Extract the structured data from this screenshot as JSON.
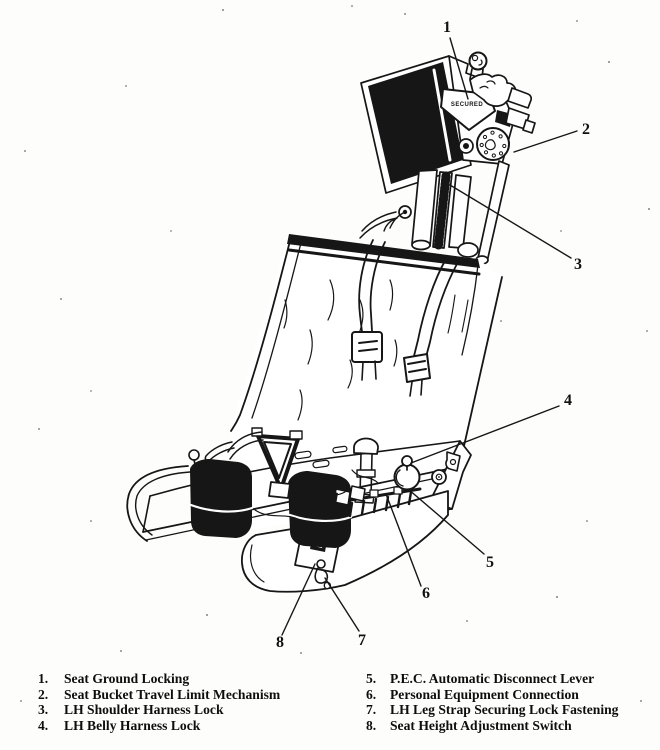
{
  "figure": {
    "description": "Scanned technical line illustration of an aircraft ejection seat, left-hand side view, with numbered callouts",
    "securing_plate_label": "SECURED",
    "ink_color": "#161616",
    "paper_color": "#fdfdfb"
  },
  "callouts": [
    {
      "n": "1"
    },
    {
      "n": "2"
    },
    {
      "n": "3"
    },
    {
      "n": "4"
    },
    {
      "n": "5"
    },
    {
      "n": "6"
    },
    {
      "n": "7"
    },
    {
      "n": "8"
    }
  ],
  "legend": {
    "left": [
      {
        "num": "1.",
        "label": "Seat Ground Locking"
      },
      {
        "num": "2.",
        "label": "Seat Bucket Travel Limit Mechanism"
      },
      {
        "num": "3.",
        "label": "LH Shoulder Harness Lock"
      },
      {
        "num": "4.",
        "label": "LH Belly Harness Lock"
      }
    ],
    "right": [
      {
        "num": "5.",
        "label": "P.E.C. Automatic Disconnect Lever"
      },
      {
        "num": "6.",
        "label": "Personal Equipment Connection"
      },
      {
        "num": "7.",
        "label": "LH Leg Strap Securing Lock Fastening"
      },
      {
        "num": "8.",
        "label": "Seat Height Adjustment Switch"
      }
    ]
  }
}
